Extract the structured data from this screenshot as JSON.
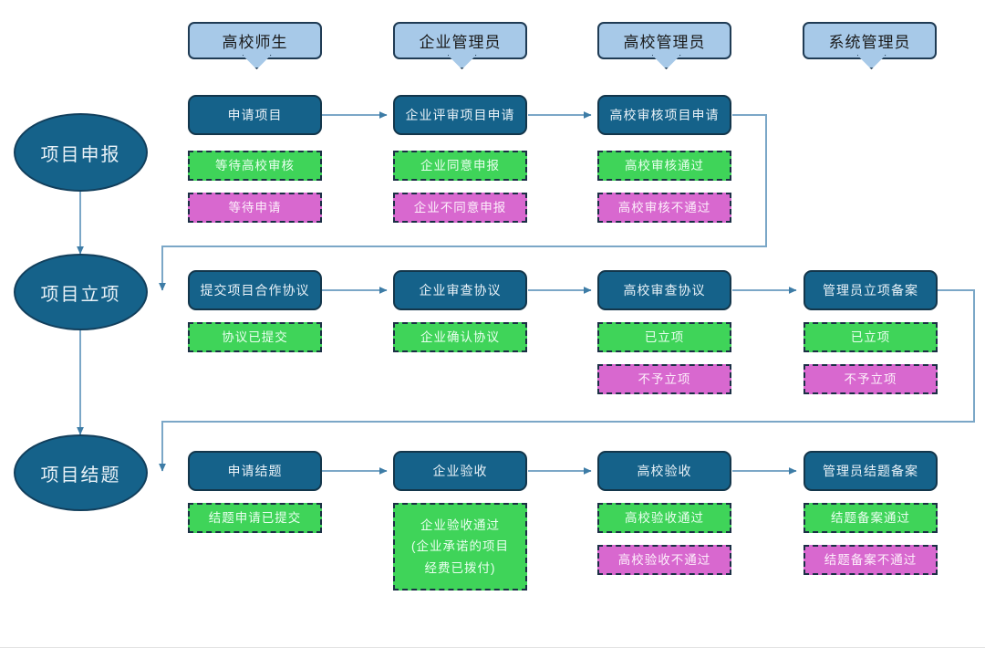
{
  "diagram": {
    "title_roles": [
      "高校师生",
      "企业管理员",
      "高校管理员",
      "系统管理员"
    ],
    "colors": {
      "role_bubble_fill": "#a7c9e8",
      "role_bubble_border": "#1f3b54",
      "process_fill": "#15628a",
      "process_border": "#13364b",
      "stage_fill": "#15628a",
      "status_ok_fill": "#3fd459",
      "status_no_fill": "#d868cf",
      "status_border": "#1b2f45",
      "connector": "#7ba7c7"
    }
  },
  "roles": [
    {
      "label": "高校师生"
    },
    {
      "label": "企业管理员"
    },
    {
      "label": "高校管理员"
    },
    {
      "label": "系统管理员"
    }
  ],
  "stages": [
    {
      "label": "项目申报"
    },
    {
      "label": "项目立项"
    },
    {
      "label": "项目结题"
    }
  ],
  "rows": [
    {
      "stage": "项目申报",
      "steps": [
        {
          "process": "申请项目",
          "statuses": [
            {
              "label": "等待高校审核",
              "kind": "ok"
            },
            {
              "label": "等待申请",
              "kind": "no"
            }
          ]
        },
        {
          "process": "企业评审项目申请",
          "statuses": [
            {
              "label": "企业同意申报",
              "kind": "ok"
            },
            {
              "label": "企业不同意申报",
              "kind": "no"
            }
          ]
        },
        {
          "process": "高校审核项目申请",
          "statuses": [
            {
              "label": "高校审核通过",
              "kind": "ok"
            },
            {
              "label": "高校审核不通过",
              "kind": "no"
            }
          ]
        }
      ]
    },
    {
      "stage": "项目立项",
      "steps": [
        {
          "process": "提交项目合作协议",
          "statuses": [
            {
              "label": "协议已提交",
              "kind": "ok"
            }
          ]
        },
        {
          "process": "企业审查协议",
          "statuses": [
            {
              "label": "企业确认协议",
              "kind": "ok"
            }
          ]
        },
        {
          "process": "高校审查协议",
          "statuses": [
            {
              "label": "已立项",
              "kind": "ok"
            },
            {
              "label": "不予立项",
              "kind": "no"
            }
          ]
        },
        {
          "process": "管理员立项备案",
          "statuses": [
            {
              "label": "已立项",
              "kind": "ok"
            },
            {
              "label": "不予立项",
              "kind": "no"
            }
          ]
        }
      ]
    },
    {
      "stage": "项目结题",
      "steps": [
        {
          "process": "申请结题",
          "statuses": [
            {
              "label": "结题申请已提交",
              "kind": "ok"
            }
          ]
        },
        {
          "process": "企业验收",
          "statuses": [
            {
              "label": "企业验收通过\n(企业承诺的项目\n经费已拨付)",
              "kind": "ok"
            }
          ]
        },
        {
          "process": "高校验收",
          "statuses": [
            {
              "label": "高校验收通过",
              "kind": "ok"
            },
            {
              "label": "高校验收不通过",
              "kind": "no"
            }
          ]
        },
        {
          "process": "管理员结题备案",
          "statuses": [
            {
              "label": "结题备案通过",
              "kind": "ok"
            },
            {
              "label": "结题备案不通过",
              "kind": "no"
            }
          ]
        }
      ]
    }
  ],
  "labels": {
    "role_0": "高校师生",
    "role_1": "企业管理员",
    "role_2": "高校管理员",
    "role_3": "系统管理员",
    "stage_0": "项目申报",
    "stage_1": "项目立项",
    "stage_2": "项目结题",
    "r0s0_process": "申请项目",
    "r0s0_ok": "等待高校审核",
    "r0s0_no": "等待申请",
    "r0s1_process": "企业评审项目申请",
    "r0s1_ok": "企业同意申报",
    "r0s1_no": "企业不同意申报",
    "r0s2_process": "高校审核项目申请",
    "r0s2_ok": "高校审核通过",
    "r0s2_no": "高校审核不通过",
    "r1s0_process": "提交项目合作协议",
    "r1s0_ok": "协议已提交",
    "r1s1_process": "企业审查协议",
    "r1s1_ok": "企业确认协议",
    "r1s2_process": "高校审查协议",
    "r1s2_ok": "已立项",
    "r1s2_no": "不予立项",
    "r1s3_process": "管理员立项备案",
    "r1s3_ok": "已立项",
    "r1s3_no": "不予立项",
    "r2s0_process": "申请结题",
    "r2s0_ok": "结题申请已提交",
    "r2s1_process": "企业验收",
    "r2s1_ok_line1": "企业验收通过",
    "r2s1_ok_line2": "(企业承诺的项目",
    "r2s1_ok_line3": "经费已拨付)",
    "r2s2_process": "高校验收",
    "r2s2_ok": "高校验收通过",
    "r2s2_no": "高校验收不通过",
    "r2s3_process": "管理员结题备案",
    "r2s3_ok": "结题备案通过",
    "r2s3_no": "结题备案不通过"
  }
}
